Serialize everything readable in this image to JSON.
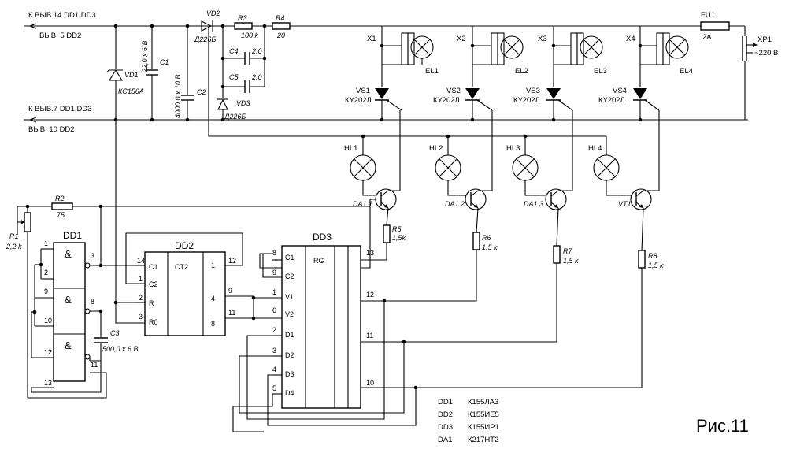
{
  "labels": {
    "top_left_1": "К ВЫВ.14 DD1,DD3",
    "top_left_2": "ВЫВ. 5 DD2",
    "mid_left_1": "К ВЫВ.7 DD1,DD3",
    "mid_left_2": "ВЫВ. 10 DD2"
  },
  "components": {
    "vd1": {
      "name": "VD1",
      "type": "КС156А"
    },
    "c1": {
      "name": "C1",
      "value": "22,0 х 6 В"
    },
    "c2": {
      "name": "C2",
      "value": "4000,0 х 10 В"
    },
    "vd2": {
      "name": "VD2",
      "type": "Д226Б"
    },
    "vd3": {
      "name": "VD3",
      "type": "Д226Б"
    },
    "r3": {
      "name": "R3",
      "value": "100 k"
    },
    "r4": {
      "name": "R4",
      "value": "20"
    },
    "c4": {
      "name": "C4",
      "value": "2,0"
    },
    "c5": {
      "name": "C5",
      "value": "2,0"
    },
    "fu1": {
      "name": "FU1",
      "value": "2A"
    },
    "xp1": {
      "name": "XP1",
      "value": "~220 В"
    },
    "r1": {
      "name": "R1",
      "value": "2,2 k"
    },
    "r2": {
      "name": "R2",
      "value": "75"
    },
    "c3": {
      "name": "C3",
      "value": "500,0 х 6 В"
    },
    "r5": {
      "name": "R5",
      "value": "1,5k"
    },
    "r6": {
      "name": "R6",
      "value": "1,5 k"
    },
    "r7": {
      "name": "R7",
      "value": "1,5 k"
    },
    "r8": {
      "name": "R8",
      "value": "1,5 k"
    },
    "x": [
      "X1",
      "X2",
      "X3",
      "X4"
    ],
    "el": [
      "EL1",
      "EL2",
      "EL3",
      "EL4"
    ],
    "vs": [
      "VS1",
      "VS2",
      "VS3",
      "VS4"
    ],
    "vs_type": "КУ202Л",
    "hl": [
      "HL1",
      "HL2",
      "HL3",
      "HL4"
    ],
    "da": [
      "DA1.1",
      "DA1.2",
      "DA1.3",
      "VT1"
    ]
  },
  "dd1": {
    "name": "DD1",
    "gate_symbol": "&",
    "pins": [
      "1",
      "2",
      "3",
      "9",
      "10",
      "8",
      "12",
      "13",
      "11"
    ]
  },
  "dd2": {
    "name": "DD2",
    "func": "CT2",
    "left_pins": [
      {
        "num": "14",
        "sig": "C1"
      },
      {
        "num": "1",
        "sig": "C2"
      },
      {
        "num": "2",
        "sig": "R"
      },
      {
        "num": "3",
        "sig": "R0"
      }
    ],
    "right_pins": [
      {
        "num": "12",
        "sig": "1"
      },
      {
        "num": "9",
        "sig": "4"
      },
      {
        "num": "11",
        "sig": "8"
      }
    ]
  },
  "dd3": {
    "name": "DD3",
    "func": "RG",
    "left_pins": [
      {
        "num": "8",
        "sig": "C1"
      },
      {
        "num": "9",
        "sig": "C2"
      },
      {
        "num": "1",
        "sig": "V1"
      },
      {
        "num": "6",
        "sig": "V2"
      },
      {
        "num": "2",
        "sig": "D1"
      },
      {
        "num": "3",
        "sig": "D2"
      },
      {
        "num": "4",
        "sig": "D3"
      },
      {
        "num": "5",
        "sig": "D4"
      }
    ],
    "right_pins": [
      "13",
      "12",
      "11",
      "10"
    ]
  },
  "legend": [
    {
      "ref": "DD1",
      "part": "К155ЛА3"
    },
    {
      "ref": "DD2",
      "part": "К155ИЕ5"
    },
    {
      "ref": "DD3",
      "part": "К155ИР1"
    },
    {
      "ref": "DA1",
      "part": "К217НТ2"
    }
  ],
  "figure_caption": "Рис.11"
}
